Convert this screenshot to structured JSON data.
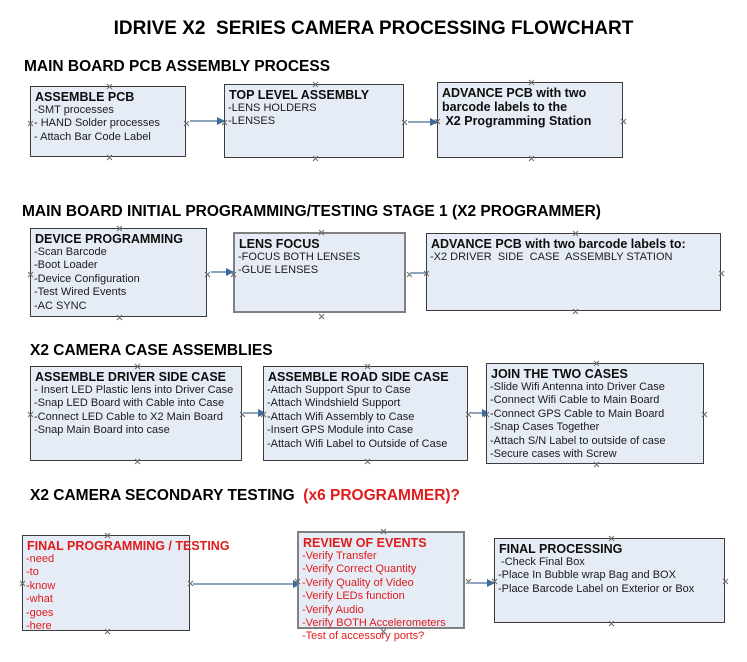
{
  "title": "IDRIVE X2  SERIES CAMERA PROCESSING FLOWCHART",
  "colors": {
    "node_fill": "#e6ecf5",
    "node_border": "#3b3b3b",
    "gray_border": "#808080",
    "accent_red": "#e01b1b",
    "arrow_line": "#8ea4bd",
    "arrow_head": "#3b6ba5",
    "text": "#000000"
  },
  "sections": [
    {
      "header": "MAIN BOARD PCB ASSEMBLY PROCESS",
      "header_accent": "",
      "nodes": [
        {
          "title": "ASSEMBLE PCB",
          "lines": [
            "-SMT processes",
            "- HAND Solder processes",
            "- Attach Bar Code Label"
          ]
        },
        {
          "title": "TOP LEVEL ASSEMBLY",
          "lines": [
            "-LENS HOLDERS",
            "-LENSES"
          ]
        },
        {
          "title": "ADVANCE PCB with two",
          "lines": [
            "barcode labels to the",
            " X2 Programming Station"
          ]
        }
      ]
    },
    {
      "header": "MAIN BOARD INITIAL PROGRAMMING/TESTING STAGE 1 (X2 PROGRAMMER)",
      "header_accent": "",
      "nodes": [
        {
          "title": "DEVICE PROGRAMMING",
          "lines": [
            "-Scan Barcode",
            "-Boot Loader",
            "-Device Configuration",
            "-Test Wired Events",
            "-AC SYNC"
          ]
        },
        {
          "title": "LENS FOCUS",
          "lines": [
            "-FOCUS BOTH LENSES",
            "-GLUE LENSES"
          ]
        },
        {
          "title": "ADVANCE PCB with two barcode labels to:",
          "lines": [
            "-X2 DRIVER  SIDE  CASE  ASSEMBLY STATION"
          ]
        }
      ]
    },
    {
      "header": "X2 CAMERA CASE ASSEMBLIES",
      "header_accent": "",
      "nodes": [
        {
          "title": "ASSEMBLE DRIVER SIDE CASE",
          "lines": [
            "- Insert LED Plastic lens into Driver Case",
            "-Snap LED Board with Cable into Case",
            "-Connect LED Cable to X2 Main Board",
            "-Snap Main Board into case"
          ]
        },
        {
          "title": "ASSEMBLE ROAD SIDE CASE",
          "lines": [
            "-Attach Support Spur to Case",
            "-Attach Windshield Support",
            "-Attach Wifi Assembly to Case",
            "-Insert GPS Module into Case",
            "-Attach Wifi Label to Outside of Case"
          ]
        },
        {
          "title": "JOIN THE TWO CASES",
          "lines": [
            "-Slide Wifi Antenna into Driver Case",
            "-Connect Wifi Cable to Main Board",
            "-Connect GPS Cable to Main Board",
            "-Snap Cases Together",
            "-Attach S/N Label to outside of case",
            "-Secure cases with Screw"
          ]
        }
      ]
    },
    {
      "header": "X2 CAMERA SECONDARY TESTING  ",
      "header_accent": "(x6 PROGRAMMER)?",
      "nodes": [
        {
          "title": "FINAL PROGRAMMING / TESTING",
          "lines": [
            "-need",
            "-to",
            "-know",
            "-what",
            "-goes",
            "-here"
          ]
        },
        {
          "title": "REVIEW OF EVENTS",
          "lines": [
            "-Verify Transfer",
            "-Verify Correct Quantity",
            "-Verify Quality of Video",
            "-Verify LEDs function",
            "-Verify Audio",
            "-Verify BOTH Accelerometers",
            "-Test of accessory ports?"
          ]
        },
        {
          "title": "FINAL PROCESSING",
          "lines": [
            " -Check Final Box",
            "-Place In Bubble wrap Bag and BOX",
            "-Place Barcode Label on Exterior or Box"
          ]
        }
      ]
    }
  ]
}
